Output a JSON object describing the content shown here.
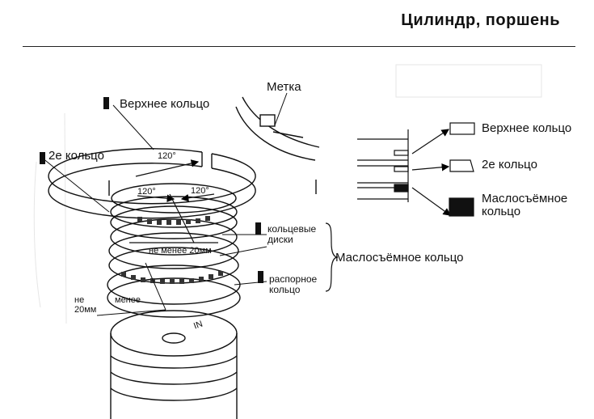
{
  "header": {
    "title": "Цилиндр, поршень"
  },
  "labels": {
    "top_ring": "Верхнее кольцо",
    "second_ring": "2е кольцо",
    "mark": "Метка",
    "angle_top": "120°",
    "angle_left": "120°",
    "angle_right": "120°",
    "ring_discs_line1": "кольцевые",
    "ring_discs_line2": "диски",
    "min20_top": "не менее 20мм",
    "oil_ring": "Маслосъёмное кольцо",
    "expander_line1": "распорное",
    "expander_line2": "кольцо",
    "min20_left_a": "не",
    "min20_left_b": "менее",
    "min20_left_c": "20мм",
    "piston_mark": "IN",
    "right_top_ring": "Верхнее кольцо",
    "right_second_ring": "2е кольцо",
    "right_oil_ring_line1": "Маслосъёмное",
    "right_oil_ring_line2": "кольцо"
  }
}
